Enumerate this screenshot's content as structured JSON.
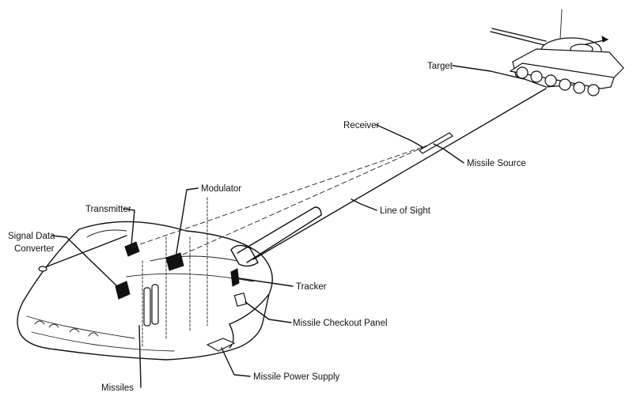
{
  "labels": {
    "target": "Target",
    "receiver": "Receiver",
    "missile_source": "Missile Source",
    "modulator": "Modulator",
    "line_of_sight": "Line of Sight",
    "transmitter": "Transmitter",
    "signal_data_converter_line1": "Signal Data",
    "signal_data_converter_line2": "Converter",
    "tracker": "Tracker",
    "missile_checkout_panel": "Missile Checkout Panel",
    "missile_power_supply": "Missile Power Supply",
    "missiles": "Missiles"
  }
}
